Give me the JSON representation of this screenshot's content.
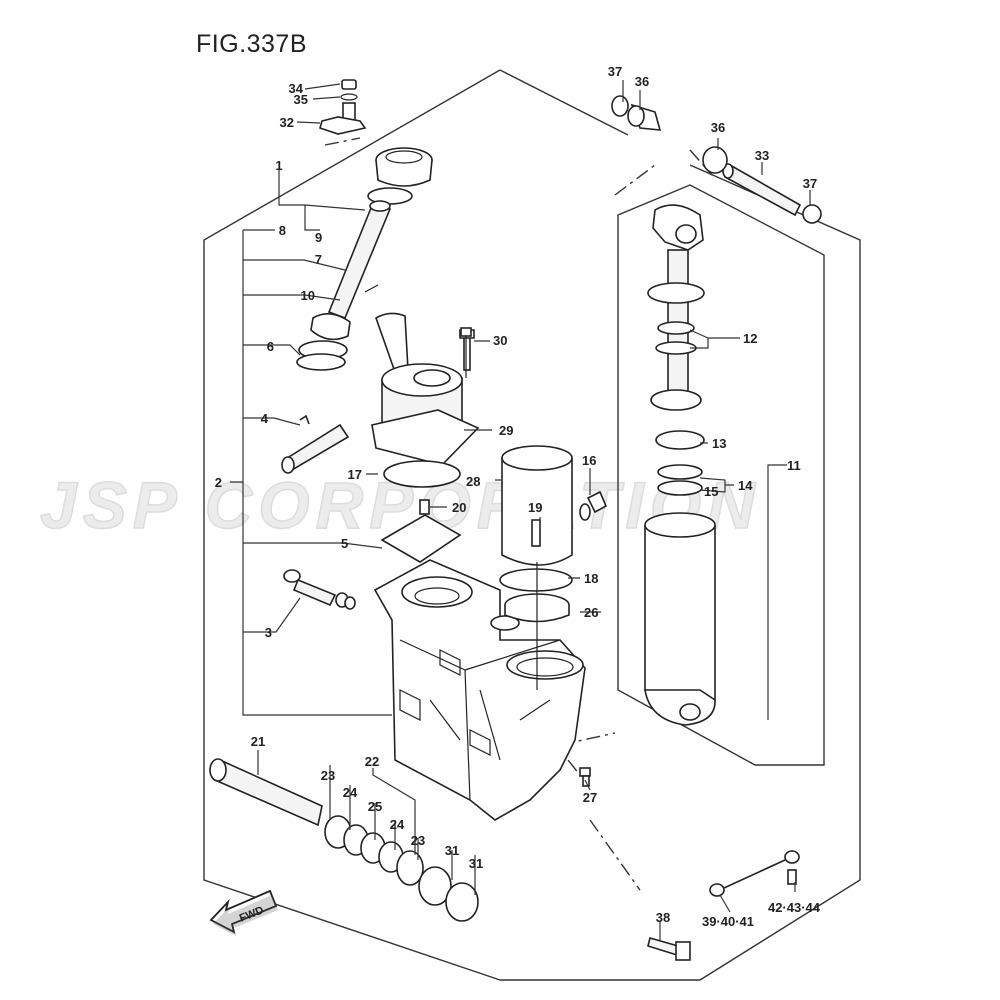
{
  "figure": {
    "title": "FIG.337B"
  },
  "watermark": {
    "text": "JSP CORPORATION"
  },
  "fwd_arrow": {
    "label": "FWD"
  },
  "callouts": {
    "c1": "1",
    "c2": "2",
    "c3": "3",
    "c4": "4",
    "c5": "5",
    "c6": "6",
    "c7": "7",
    "c8": "8",
    "c9": "9",
    "c10": "10",
    "c11": "11",
    "c12": "12",
    "c13": "13",
    "c14": "14",
    "c15": "15",
    "c16": "16",
    "c17": "17",
    "c18": "18",
    "c19": "19",
    "c20": "20",
    "c21": "21",
    "c22": "22",
    "c23a": "23",
    "c23b": "23",
    "c24a": "24",
    "c24b": "24",
    "c25": "25",
    "c26": "26",
    "c27": "27",
    "c28": "28",
    "c29": "29",
    "c30": "30",
    "c31a": "31",
    "c31b": "31",
    "c32": "32",
    "c33": "33",
    "c34": "34",
    "c35": "35",
    "c36a": "36",
    "c36b": "36",
    "c37a": "37",
    "c37b": "37",
    "c38": "38",
    "c39": "39·40·41",
    "c42": "42·43·44"
  },
  "colors": {
    "line": "#222222",
    "watermark": "#e6e6e6"
  }
}
